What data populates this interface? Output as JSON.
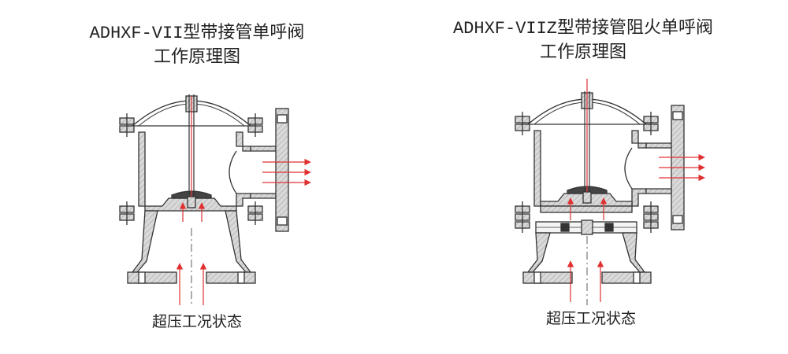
{
  "left": {
    "title": "ADHXF-VII型带接管单呼阀",
    "subtitle": "工作原理图",
    "caption": "超压工况状态"
  },
  "right": {
    "title": "ADHXF-VIIZ型带接管阻火单呼阀",
    "subtitle": "工作原理图",
    "caption": "超压工况状态"
  },
  "colors": {
    "line": "#333333",
    "hatch": "#bdbdbd",
    "flow": "#e03030"
  }
}
